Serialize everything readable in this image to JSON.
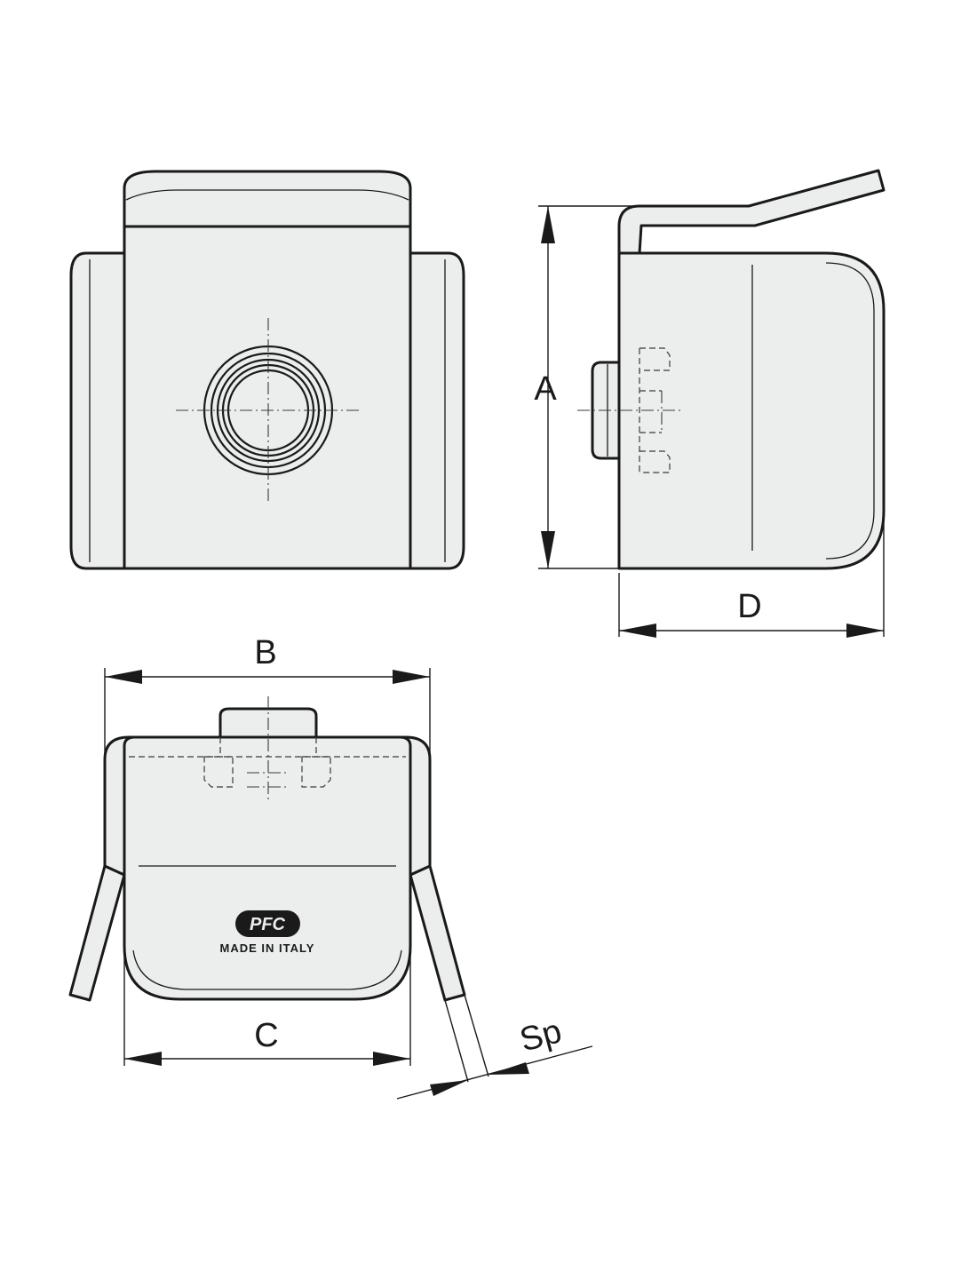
{
  "dimensions": {
    "a": "A",
    "b": "B",
    "c": "C",
    "d": "D",
    "sp": "Sp"
  },
  "marking": {
    "origin": "MADE IN ITALY",
    "logo": "PFC"
  },
  "colors": {
    "part_fill": "#eceeed",
    "line": "#1a1a1a"
  }
}
